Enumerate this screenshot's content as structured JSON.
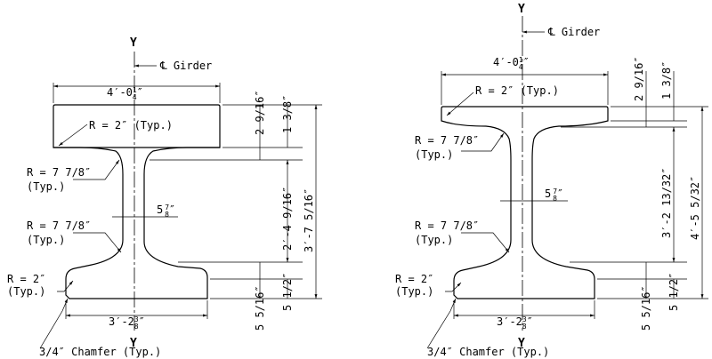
{
  "sections": [
    {
      "axis_label": "Y",
      "centerline_label": "℄ Girder",
      "top_flange_width": "4′-0",
      "top_flange_width_frac": "1/4″",
      "bottom_flange_width": "3′-2",
      "bottom_flange_width_frac": "3/8″",
      "web_thickness": "5",
      "web_thickness_frac": "7/8″",
      "top_flange_dim_a": "2 9/16″",
      "top_flange_dim_b": "1 3/8″",
      "web_height": "2′-4 9/16″",
      "total_height": "3′-7 5/16″",
      "bottom_flange_dim_a": "5 5/16″",
      "bottom_flange_dim_b": "5 1/2″",
      "callout_r2_top": "R = 2″ (Typ.)",
      "callout_r778_upper_1": "R = 7 7/8″",
      "callout_r778_upper_2": "(Typ.)",
      "callout_r778_lower_1": "R = 7 7/8″",
      "callout_r778_lower_2": "(Typ.)",
      "callout_r2_bottom_1": "R = 2″",
      "callout_r2_bottom_2": "(Typ.)",
      "callout_chamfer": "3/4″ Chamfer (Typ.)"
    },
    {
      "axis_label": "Y",
      "centerline_label": "℄ Girder",
      "top_flange_width": "4′-0",
      "top_flange_width_frac": "1/4″",
      "bottom_flange_width": "3′-2",
      "bottom_flange_width_frac": "3/8″",
      "web_thickness": "5",
      "web_thickness_frac": "7/8″",
      "top_flange_dim_a": "2 9/16″",
      "top_flange_dim_b": "1 3/8″",
      "web_height": "3′-2 13/32″",
      "total_height": "4′-5 5/32″",
      "bottom_flange_dim_a": "5 5/16″",
      "bottom_flange_dim_b": "5 1/2″",
      "callout_r2_top": "R = 2″ (Typ.)",
      "callout_r778_upper_1": "R = 7 7/8″",
      "callout_r778_upper_2": "(Typ.)",
      "callout_r778_lower_1": "R = 7 7/8″",
      "callout_r778_lower_2": "(Typ.)",
      "callout_r2_bottom_1": "R = 2″",
      "callout_r2_bottom_2": "(Typ.)",
      "callout_chamfer": "3/4″ Chamfer (Typ.)"
    }
  ]
}
